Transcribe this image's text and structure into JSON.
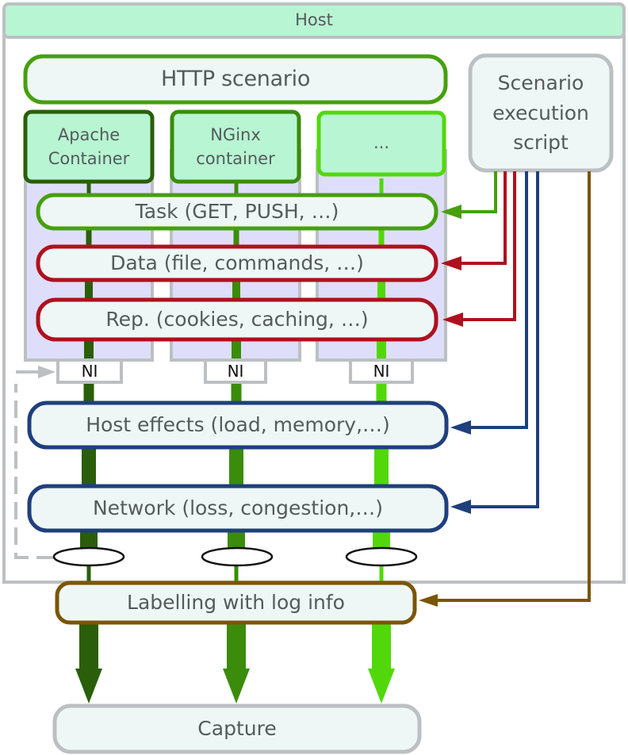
{
  "host": {
    "title": "Host"
  },
  "scenario": {
    "title": "HTTP scenario"
  },
  "script": {
    "title_lines": [
      "Scenario",
      "execution",
      "script"
    ]
  },
  "containers": [
    {
      "line1": "Apache",
      "line2": "Container",
      "color": "#2a5e0a"
    },
    {
      "line1": "NGinx",
      "line2": "container",
      "color": "#3a8c0a"
    },
    {
      "line1": "...",
      "line2": "",
      "color": "#52d80a"
    }
  ],
  "layers": {
    "task": "Task (GET, PUSH, …)",
    "data": "Data (file, commands, …)",
    "rep": "Rep. (cookies, caching, …)",
    "host_effects": "Host effects (load, memory,…)",
    "network": "Network (loss, congestion,…)",
    "labelling": "Labelling with log info",
    "capture": "Capture"
  },
  "ni_label": "NI",
  "colors": {
    "host_header_fill": "#b8f5d3",
    "box_fill": "#eef7f6",
    "container_fill": "#b8f5d3",
    "container_zone": "#dedefa",
    "gray_border": "#bcc0c2",
    "scenario_green": "#46a00c",
    "task_green": "#46a00c",
    "data_red": "#b0101e",
    "net_blue": "#1f3f7d",
    "label_brown": "#7a5606"
  }
}
